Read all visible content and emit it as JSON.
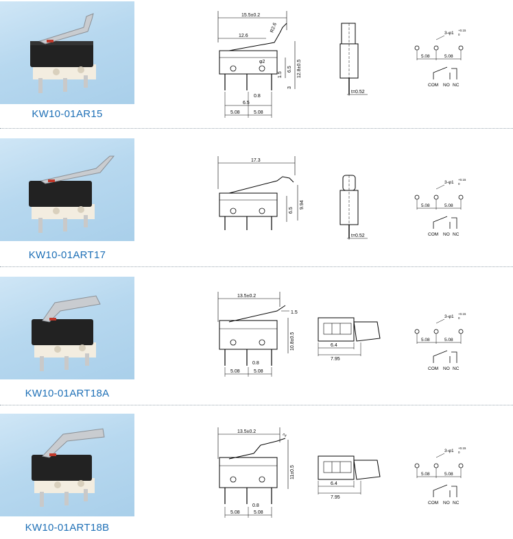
{
  "products": [
    {
      "model": "KW10-01AR15",
      "front": {
        "width": "15.5±0.2",
        "pivot": "12.6",
        "radius": "R2.6",
        "height": "12.8±0.5",
        "dim65": "6.5",
        "dim15": "1.5",
        "dim3": "3",
        "hole": "φ2",
        "dim08": "0.8",
        "dim65b": "6.5",
        "pitch1": "5.08",
        "pitch2": "5.08"
      },
      "side": {
        "thickness": "t=0.52"
      },
      "schematic": {
        "tol": "3-φ1",
        "tol_up": "+0.15",
        "tol_dn": "0",
        "p1": "5.08",
        "p2": "5.08",
        "pins": [
          "COM",
          "NO",
          "NC"
        ]
      }
    },
    {
      "model": "KW10-01ART17",
      "front": {
        "width": "17.3",
        "dim65": "6.5",
        "height": "9.94"
      },
      "side": {
        "thickness": "t=0.52"
      },
      "schematic": {
        "tol": "3-φ1",
        "tol_up": "+0.15",
        "tol_dn": "0",
        "p1": "5.08",
        "p2": "5.08",
        "pins": [
          "COM",
          "NO",
          "NC"
        ]
      }
    },
    {
      "model": "KW10-01ART18A",
      "front": {
        "width": "13.5±0.2",
        "dim15": "1.5",
        "height": "10.8±0.5",
        "dim08": "0.8",
        "pitch1": "5.08",
        "pitch2": "5.08"
      },
      "side": {
        "d1": "6.4",
        "d2": "7.95"
      },
      "schematic": {
        "tol": "3-φ1",
        "tol_up": "+0.15",
        "tol_dn": "0",
        "p1": "5.08",
        "p2": "5.08",
        "pins": [
          "COM",
          "NO",
          "NC"
        ]
      }
    },
    {
      "model": "KW10-01ART18B",
      "front": {
        "width": "13.5±0.2",
        "dim2": "2",
        "height": "11±0.5",
        "dim08": "0.8",
        "pitch1": "5.08",
        "pitch2": "5.08"
      },
      "side": {
        "d1": "6.4",
        "d2": "7.95"
      },
      "schematic": {
        "tol": "3-φ1",
        "tol_up": "+0.15",
        "tol_dn": "0",
        "p1": "5.08",
        "p2": "5.08",
        "pins": [
          "COM",
          "NO",
          "NC"
        ]
      }
    }
  ]
}
